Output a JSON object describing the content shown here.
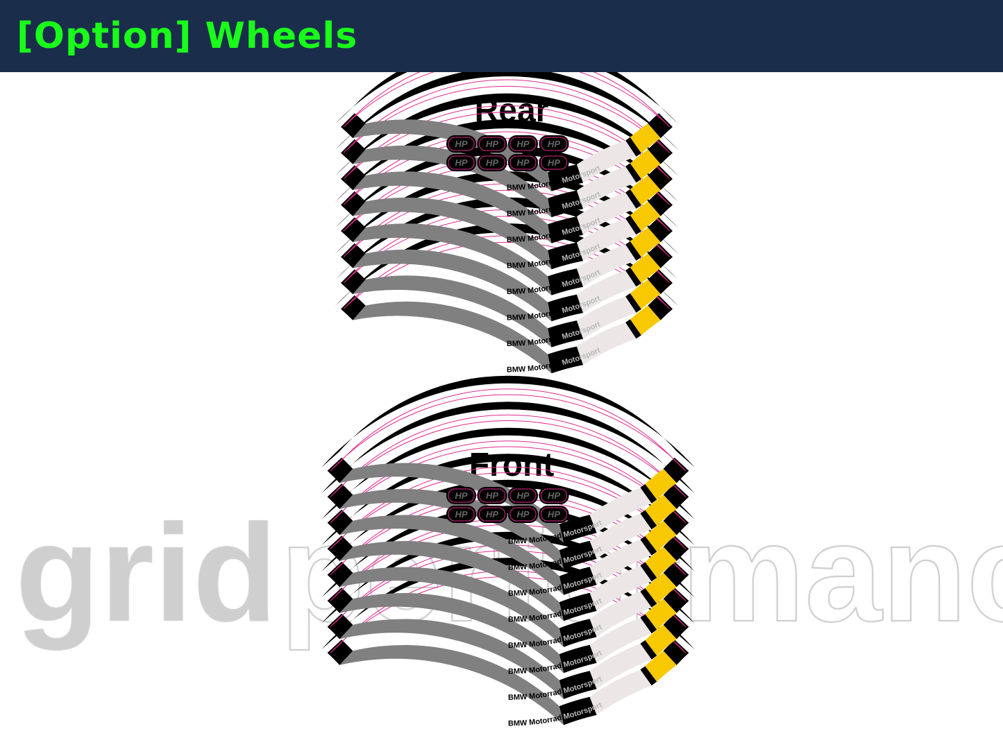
{
  "header": {
    "title": "[Option] Wheels"
  },
  "sections": [
    {
      "label": "Rear",
      "stripe_count": 8,
      "badge_count": 8
    },
    {
      "label": "Front",
      "stripe_count": 8,
      "badge_count": 8
    }
  ],
  "stripe_text": {
    "brand": "BMW Motorrad",
    "sub": "Motorsport"
  },
  "badge_text": "HP",
  "watermark": {
    "part1": "grid",
    "part2": "performance"
  },
  "colors": {
    "header_bg": "#1a2e4c",
    "title": "#1aff1a",
    "yellow": "#f8c800",
    "gray": "#808080",
    "light": "#ece6e6",
    "black": "#000000",
    "outline": "#e0288c"
  }
}
